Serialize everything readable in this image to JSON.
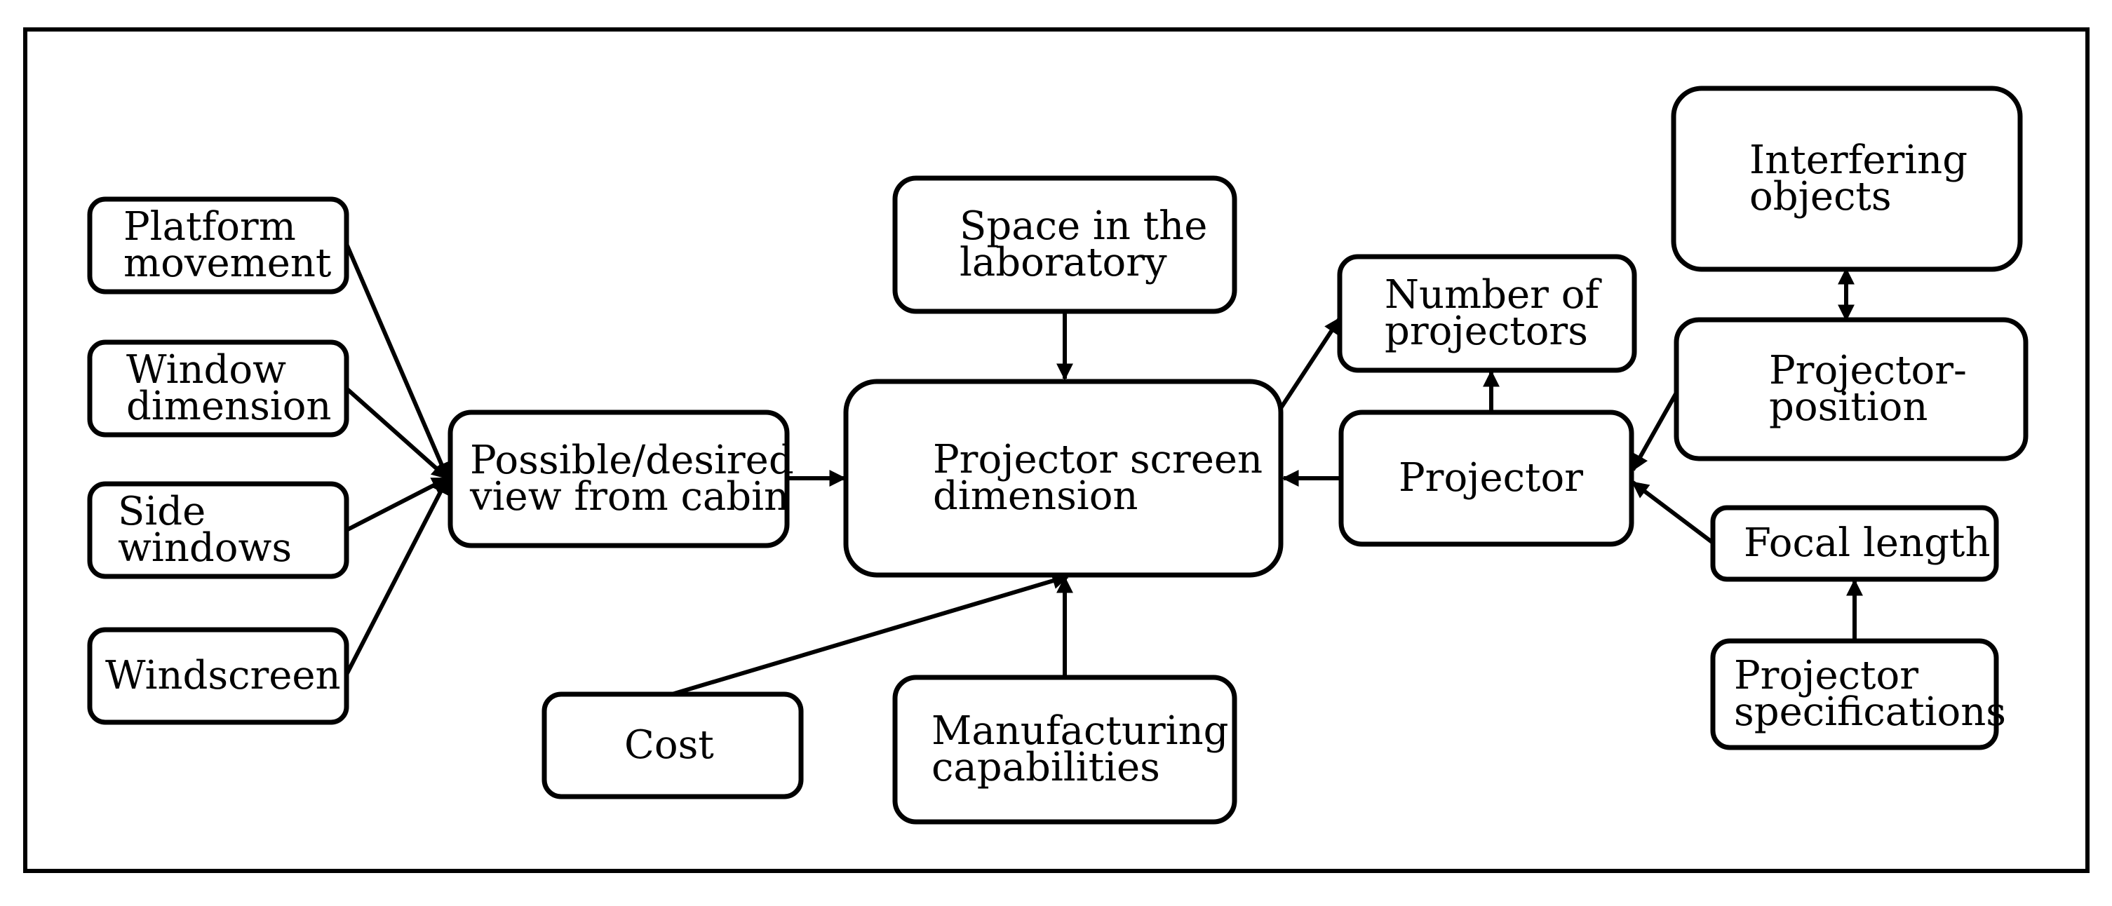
{
  "diagram": {
    "nodes": {
      "platform_movement": [
        "Platform",
        "movement"
      ],
      "window_dimension": [
        "Window",
        "dimension"
      ],
      "side_windows": [
        "Side",
        "windows"
      ],
      "windscreen": [
        "Windscreen"
      ],
      "view_from_cabin": [
        "Possible/desired",
        "view from cabin"
      ],
      "space_in_laboratory": [
        "Space in the",
        "laboratory"
      ],
      "projector_screen_dimension": [
        "Projector screen",
        "dimension"
      ],
      "cost": [
        "Cost"
      ],
      "manufacturing_capabilities": [
        "Manufacturing",
        "capabilities"
      ],
      "number_of_projectors": [
        "Number of",
        "projectors"
      ],
      "projector": [
        "Projector"
      ],
      "interfering_objects": [
        "Interfering",
        "objects"
      ],
      "projector_position": [
        "Projector-",
        "position"
      ],
      "focal_length": [
        "Focal length"
      ],
      "projector_specifications": [
        "Projector",
        "specifications"
      ]
    },
    "edges": [
      {
        "from": "platform_movement",
        "to": "view_from_cabin"
      },
      {
        "from": "window_dimension",
        "to": "view_from_cabin"
      },
      {
        "from": "side_windows",
        "to": "view_from_cabin"
      },
      {
        "from": "windscreen",
        "to": "view_from_cabin"
      },
      {
        "from": "view_from_cabin",
        "to": "projector_screen_dimension"
      },
      {
        "from": "space_in_laboratory",
        "to": "projector_screen_dimension"
      },
      {
        "from": "cost",
        "to": "projector_screen_dimension"
      },
      {
        "from": "manufacturing_capabilities",
        "to": "projector_screen_dimension"
      },
      {
        "from": "projector_screen_dimension",
        "to": "number_of_projectors"
      },
      {
        "from": "projector",
        "to": "number_of_projectors"
      },
      {
        "from": "projector",
        "to": "projector_screen_dimension"
      },
      {
        "from": "projector_position",
        "to": "projector"
      },
      {
        "from": "focal_length",
        "to": "projector"
      },
      {
        "from": "projector_specifications",
        "to": "focal_length"
      },
      {
        "from": "interfering_objects",
        "to": "projector_position",
        "bidirectional": true
      }
    ]
  }
}
